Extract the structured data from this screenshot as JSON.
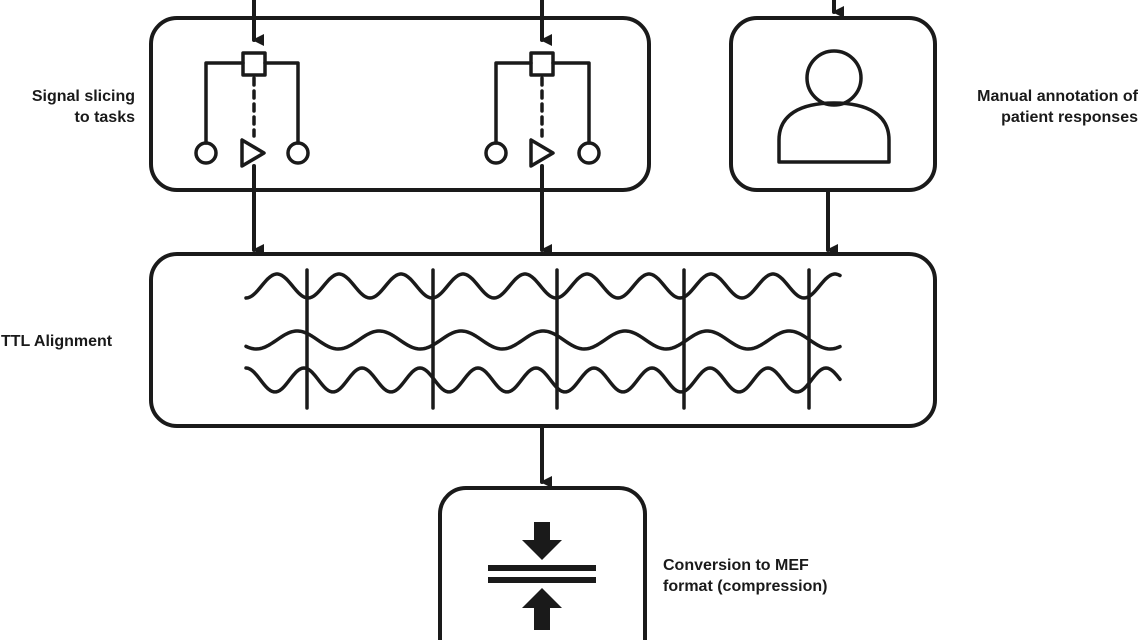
{
  "labels": {
    "signal_slicing": [
      "Signal slicing",
      "to tasks"
    ],
    "manual_annotation": [
      "Manual annotation of",
      "patient responses"
    ],
    "ttl_alignment": [
      "TTL Alignment"
    ],
    "conversion": [
      "Conversion to MEF",
      "format (compression)"
    ]
  },
  "colors": {
    "stroke": "#1a1a1a",
    "background": "#ffffff"
  },
  "icons": [
    "switch-icon",
    "person-icon",
    "waveform-icon",
    "compression-icon"
  ]
}
